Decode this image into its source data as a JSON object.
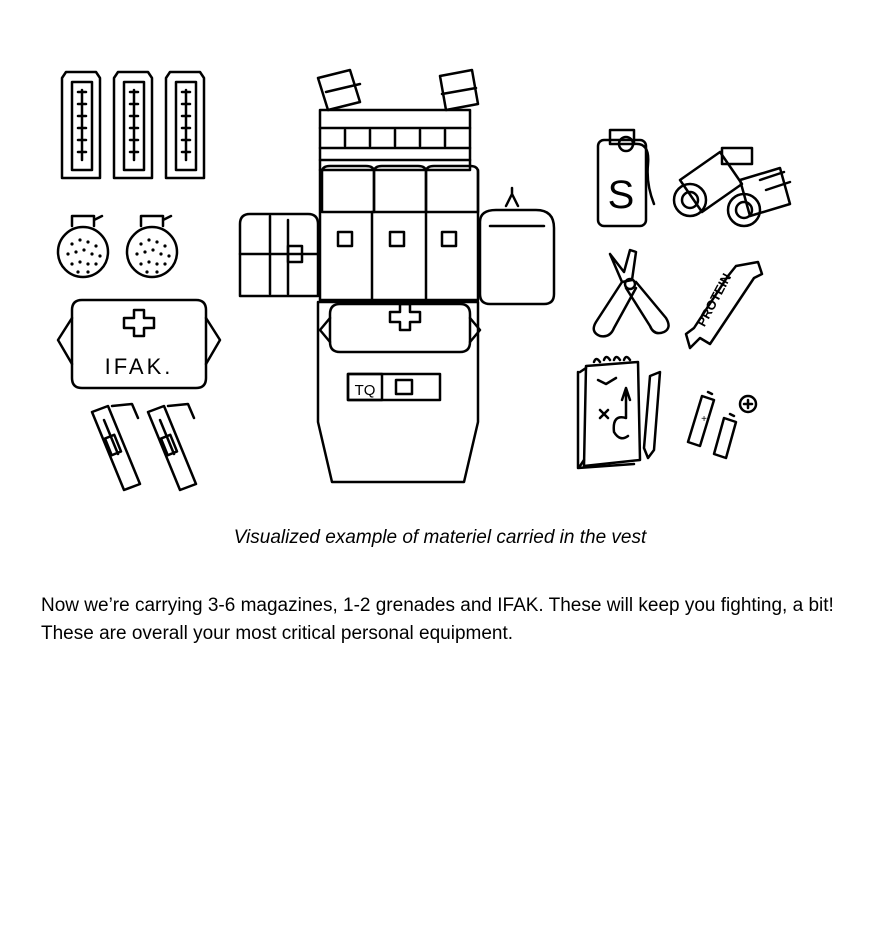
{
  "illustration": {
    "labels": {
      "ifak": "IFAK.",
      "tq": "TQ",
      "smoke": "S",
      "protein": "PROTEIN"
    }
  },
  "caption": "Visualized example of materiel carried in the vest",
  "body_text": "Now we’re carrying 3-6 magazines, 1-2 grenades and IFAK. These will keep you fighting, a bit! These are overall your most critical personal equipment."
}
